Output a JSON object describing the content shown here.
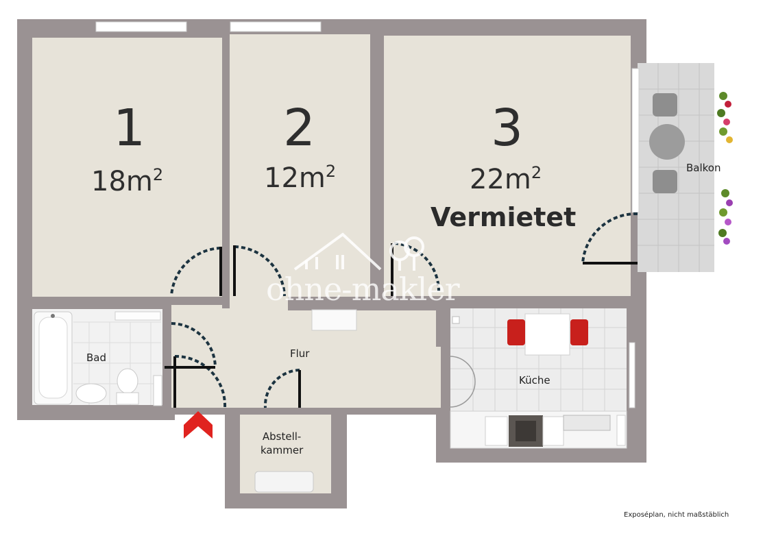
{
  "rooms": {
    "room1": {
      "number": "1",
      "area": "18m",
      "area_unit_sup": "2"
    },
    "room2": {
      "number": "2",
      "area": "12m",
      "area_unit_sup": "2"
    },
    "room3": {
      "number": "3",
      "area": "22m",
      "area_unit_sup": "2",
      "status": "Vermietet"
    },
    "bad": {
      "label": "Bad"
    },
    "flur": {
      "label": "Flur"
    },
    "kueche": {
      "label": "Küche"
    },
    "balkon": {
      "label": "Balkon"
    },
    "abstellkammer": {
      "label_line1": "Abstell-",
      "label_line2": "kammer"
    }
  },
  "watermark": {
    "text": "ohne-makler"
  },
  "footer": {
    "note": "Exposéplan, nicht maßstäblich"
  },
  "colors": {
    "wall": "#9a9293",
    "floor": "#e7e3d9",
    "tile": "#ececec",
    "door_arc": "#1c3340",
    "entrance_arrow": "#e0231f",
    "chair_red": "#c8201c"
  }
}
